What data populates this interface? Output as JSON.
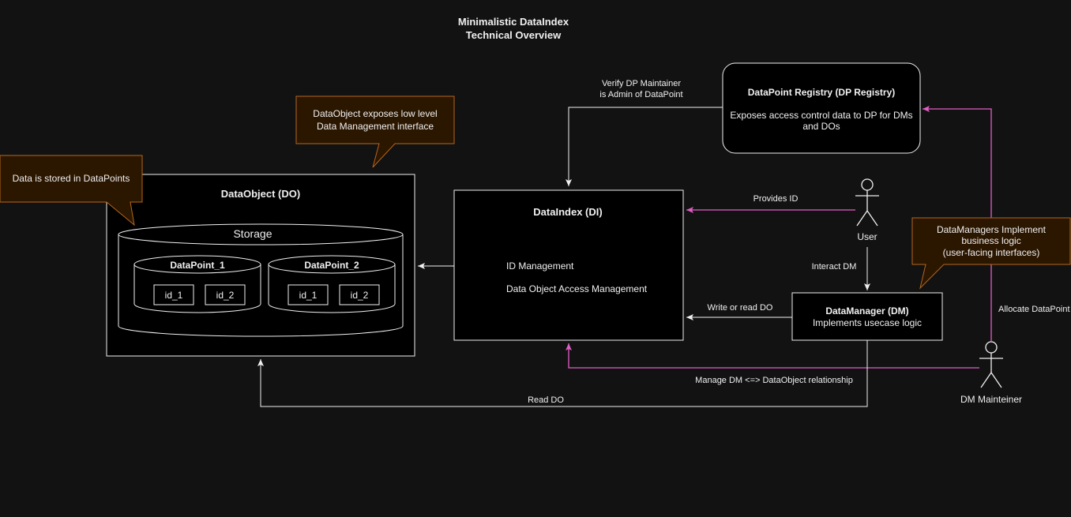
{
  "title": {
    "line1": "Minimalistic DataIndex",
    "line2": "Technical Overview"
  },
  "colors": {
    "background": "#121212",
    "stroke": "#f0f0f0",
    "pink": "#e15ec4",
    "callout_fill": "#2b1600",
    "callout_stroke": "#b5651d"
  },
  "callouts": {
    "data_stored": "Data is stored in DataPoints",
    "low_level": {
      "line1": "DataObject exposes low level",
      "line2": "Data Management interface"
    },
    "business": {
      "line1": "DataManagers Implement",
      "line2": "business logic",
      "line3": "(user-facing interfaces)"
    }
  },
  "data_object": {
    "title": "DataObject (DO)",
    "storage": "Storage",
    "datapoints": [
      {
        "name": "DataPoint_1",
        "ids": [
          "id_1",
          "id_2"
        ]
      },
      {
        "name": "DataPoint_2",
        "ids": [
          "id_1",
          "id_2"
        ]
      }
    ]
  },
  "data_index": {
    "title": "DataIndex (DI)",
    "feature1": "ID Management",
    "feature2": "Data Object Access Management"
  },
  "registry": {
    "title": "DataPoint Registry (DP Registry)",
    "desc_line1": "Exposes access control data to DP for DMs",
    "desc_line2": "and DOs"
  },
  "data_manager": {
    "title": "DataManager (DM)",
    "desc": "Implements usecase logic"
  },
  "actors": {
    "user": "User",
    "maintainer": "DM Mainteiner"
  },
  "edges": {
    "verify_line1": "Verify DP Maintainer",
    "verify_line2": "is Admin of DataPoint",
    "provides_id": "Provides ID",
    "interact_dm": "Interact DM",
    "write_read": "Write or read DO",
    "allocate": "Allocate DataPoint",
    "manage": "Manage DM <=> DataObject relationship",
    "read_do": "Read DO"
  }
}
